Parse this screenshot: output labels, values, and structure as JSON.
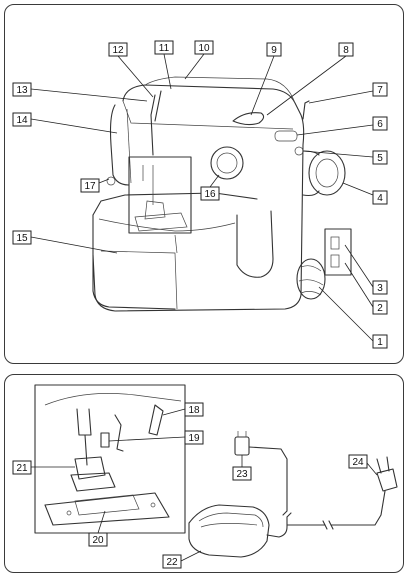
{
  "diagram": {
    "type": "sewing-machine-parts",
    "top_callouts": [
      "1",
      "2",
      "3",
      "4",
      "5",
      "6",
      "7",
      "8",
      "9",
      "10",
      "11",
      "12",
      "13",
      "14",
      "15",
      "16",
      "17"
    ],
    "bottom_callouts": [
      "18",
      "19",
      "20",
      "21",
      "22",
      "23",
      "24"
    ]
  },
  "labels": {
    "c1": "1",
    "c2": "2",
    "c3": "3",
    "c4": "4",
    "c5": "5",
    "c6": "6",
    "c7": "7",
    "c8": "8",
    "c9": "9",
    "c10": "10",
    "c11": "11",
    "c12": "12",
    "c13": "13",
    "c14": "14",
    "c15": "15",
    "c16": "16",
    "c17": "17",
    "c18": "18",
    "c19": "19",
    "c20": "20",
    "c21": "21",
    "c22": "22",
    "c23": "23",
    "c24": "24"
  }
}
